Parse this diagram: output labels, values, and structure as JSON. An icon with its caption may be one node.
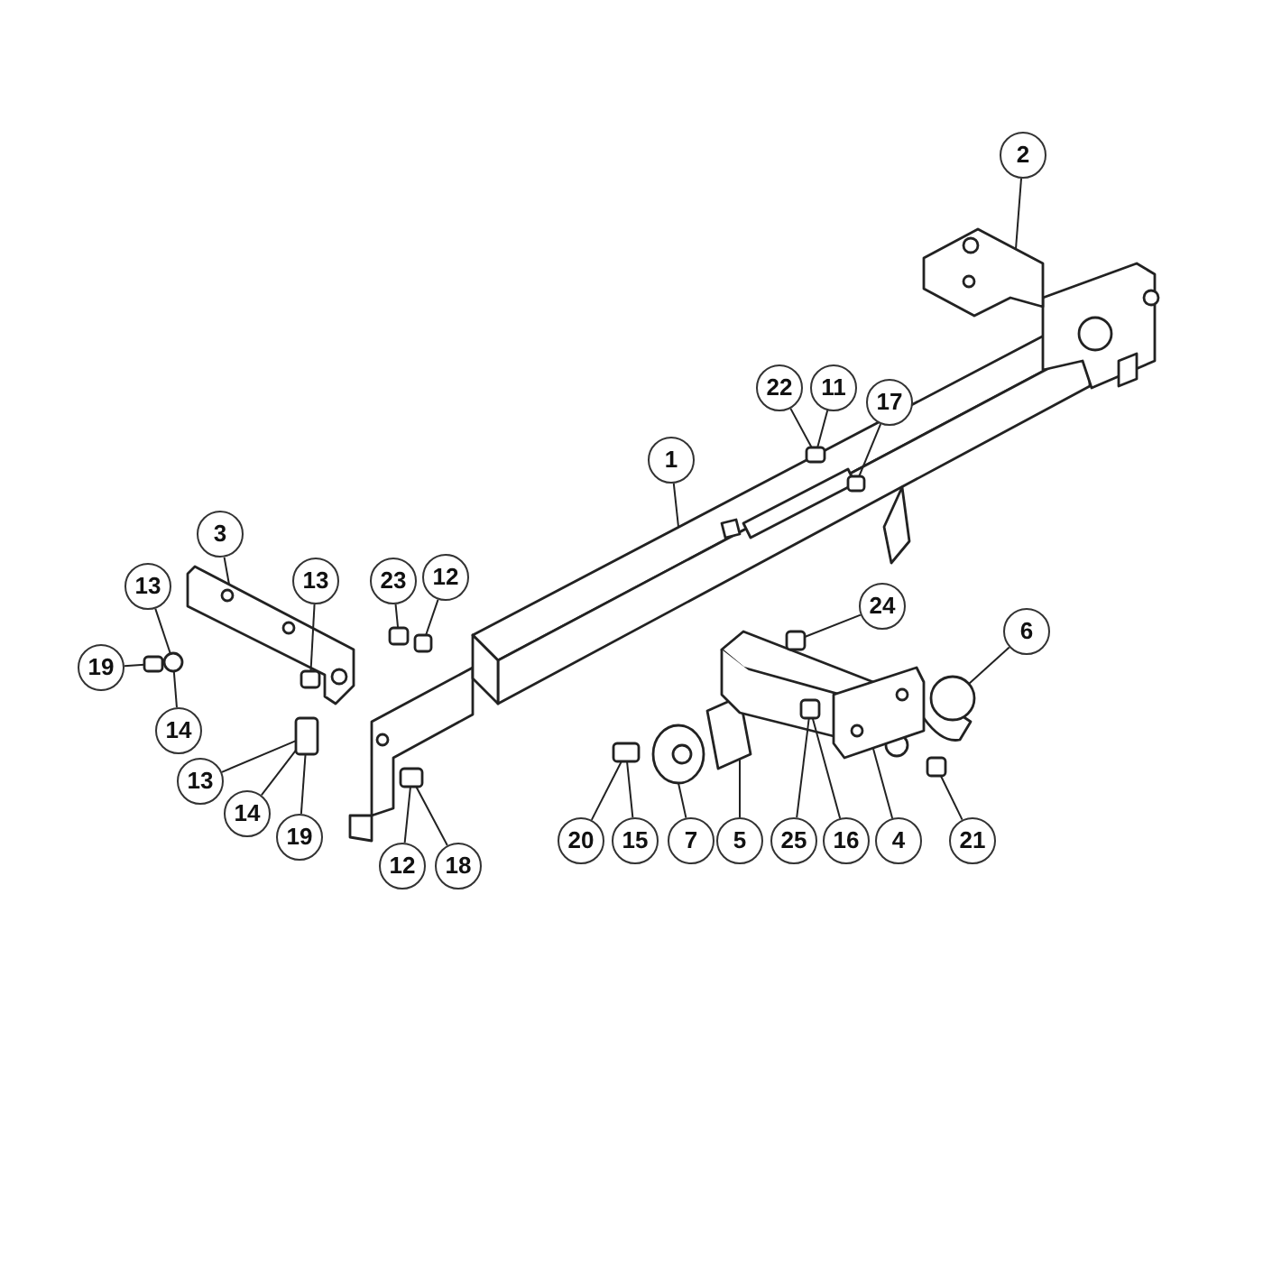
{
  "diagram": {
    "nodes": [
      {
        "text": [
          "2"
        ]
      },
      {
        "text": [
          "22"
        ]
      },
      {
        "text": [
          "11"
        ]
      },
      {
        "text": [
          "17"
        ]
      },
      {
        "text": [
          "1"
        ]
      },
      {
        "text": [
          "3"
        ]
      },
      {
        "text": [
          "23"
        ]
      },
      {
        "text": [
          "12"
        ]
      },
      {
        "text": [
          "13"
        ]
      },
      {
        "text": [
          "13"
        ]
      },
      {
        "text": [
          "24"
        ]
      },
      {
        "text": [
          "6"
        ]
      },
      {
        "text": [
          "19"
        ]
      },
      {
        "text": [
          "14"
        ]
      },
      {
        "text": [
          "13"
        ]
      },
      {
        "text": [
          "14"
        ]
      },
      {
        "text": [
          "19"
        ]
      },
      {
        "text": [
          "20"
        ]
      },
      {
        "text": [
          "15"
        ]
      },
      {
        "text": [
          "7"
        ]
      },
      {
        "text": [
          "5"
        ]
      },
      {
        "text": [
          "25"
        ]
      },
      {
        "text": [
          "16"
        ]
      },
      {
        "text": [
          "4"
        ]
      },
      {
        "text": [
          "21"
        ]
      },
      {
        "text": [
          "12"
        ]
      },
      {
        "text": [
          "18"
        ]
      },
      {
        "text": [],
        "shape": "picture"
      },
      {
        "text": [],
        "shape": "picture"
      },
      {
        "text": [],
        "shape": "picture"
      },
      {
        "text": [],
        "shape": "box",
        "in": 27
      },
      {
        "text": [],
        "shape": "box",
        "in": 27
      },
      {
        "text": [],
        "shape": "box"
      },
      {
        "text": [],
        "shape": "box"
      },
      {
        "text": [],
        "shape": "circle"
      },
      {
        "text": [],
        "shape": "box"
      },
      {
        "text": [],
        "shape": "box"
      },
      {
        "text": [],
        "shape": "box"
      },
      {
        "text": [],
        "shape": "box",
        "in": 44
      },
      {
        "text": [],
        "shape": "picture"
      },
      {
        "text": [],
        "shape": "box"
      },
      {
        "text": [],
        "shape": "picture"
      },
      {
        "text": [],
        "shape": "picture"
      },
      {
        "text": [],
        "shape": "box",
        "in": 44
      },
      {
        "text": [],
        "shape": "picture"
      },
      {
        "text": [],
        "shape": "box"
      },
      {
        "text": [],
        "shape": "box"
      }
    ],
    "edges": [
      {
        "from": 0,
        "to": 28,
        "arrow": "none"
      },
      {
        "from": 1,
        "to": 30,
        "arrow": "none"
      },
      {
        "from": 2,
        "to": 30,
        "arrow": "none"
      },
      {
        "from": 3,
        "to": 31,
        "arrow": "none"
      },
      {
        "from": 4,
        "to": 27,
        "arrow": "none"
      },
      {
        "from": 5,
        "to": 29,
        "arrow": "none"
      },
      {
        "from": 6,
        "to": 32,
        "arrow": "none"
      },
      {
        "from": 7,
        "to": 33,
        "arrow": "none"
      },
      {
        "from": 8,
        "to": 34,
        "arrow": "none"
      },
      {
        "from": 9,
        "to": 36,
        "arrow": "none"
      },
      {
        "from": 10,
        "to": 38,
        "arrow": "none"
      },
      {
        "from": 11,
        "to": 39,
        "arrow": "none"
      },
      {
        "from": 12,
        "to": 35,
        "arrow": "none"
      },
      {
        "from": 13,
        "to": 34,
        "arrow": "none"
      },
      {
        "from": 14,
        "to": 37,
        "arrow": "none"
      },
      {
        "from": 15,
        "to": 37,
        "arrow": "none"
      },
      {
        "from": 16,
        "to": 37,
        "arrow": "none"
      },
      {
        "from": 17,
        "to": 40,
        "arrow": "none"
      },
      {
        "from": 18,
        "to": 40,
        "arrow": "none"
      },
      {
        "from": 19,
        "to": 41,
        "arrow": "none"
      },
      {
        "from": 20,
        "to": 42,
        "arrow": "none"
      },
      {
        "from": 21,
        "to": 43,
        "arrow": "none"
      },
      {
        "from": 22,
        "to": 43,
        "arrow": "none"
      },
      {
        "from": 23,
        "to": 44,
        "arrow": "none"
      },
      {
        "from": 24,
        "to": 45,
        "arrow": "none"
      },
      {
        "from": 25,
        "to": 46,
        "arrow": "none"
      },
      {
        "from": 26,
        "to": 46,
        "arrow": "none"
      }
    ]
  }
}
